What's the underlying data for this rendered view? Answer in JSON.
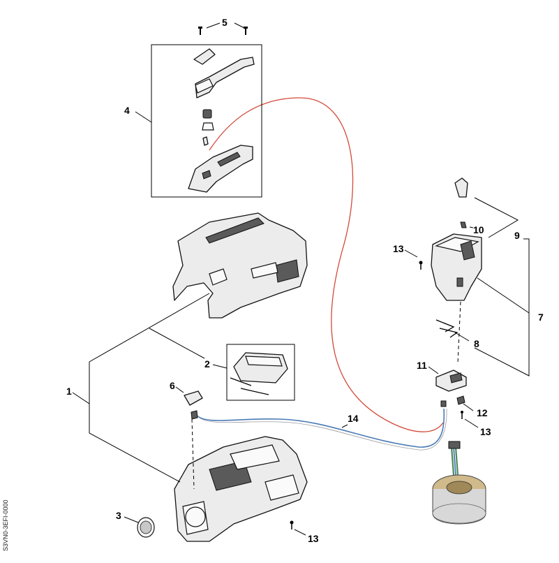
{
  "diagram": {
    "labels": [
      "1",
      "2",
      "3",
      "4",
      "5",
      "6",
      "7",
      "8",
      "9",
      "10",
      "11",
      "12",
      "13",
      "13",
      "13",
      "14"
    ],
    "doc_id": "S3VN0-3EFI-0000",
    "colors": {
      "cable_red": "#d24a3a",
      "cable_blue": "#4a7ab6",
      "cable_green": "#4f8a5a"
    }
  }
}
